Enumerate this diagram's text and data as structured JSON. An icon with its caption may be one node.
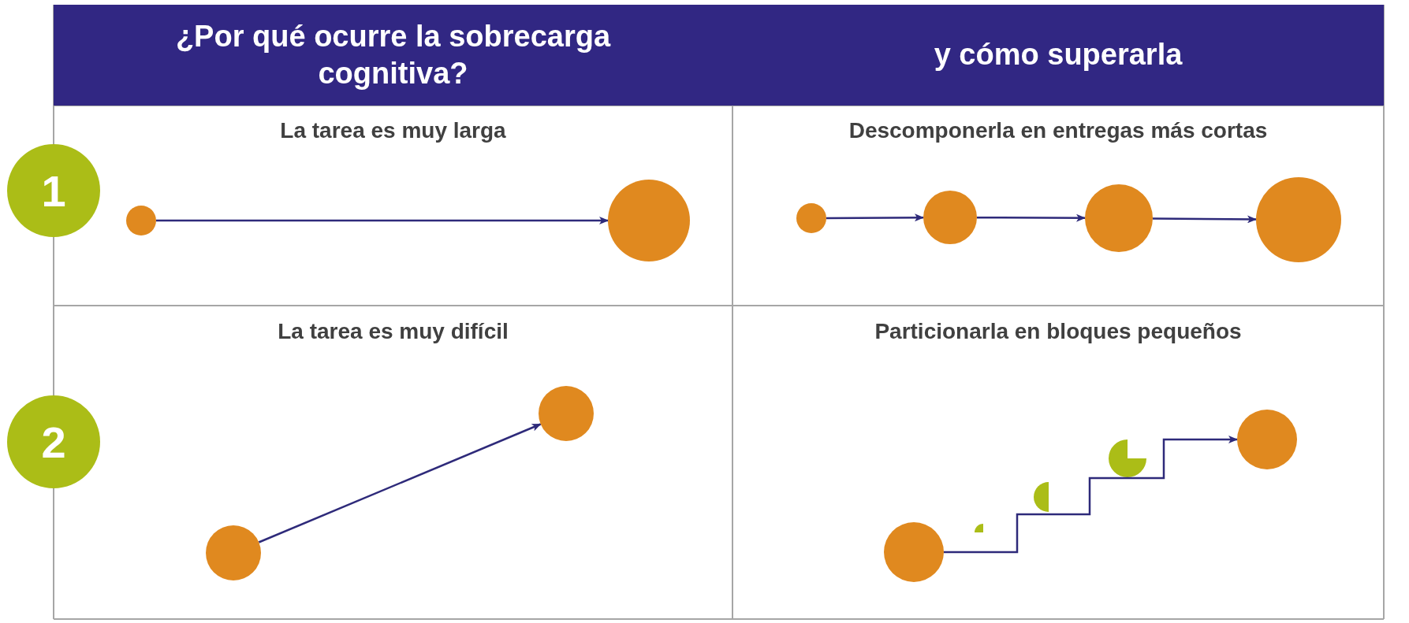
{
  "diagram": {
    "nodes": [
      {
        "text": [
          "1"
        ]
      },
      {
        "text": [
          "2"
        ]
      },
      {
        "text": [],
        "shape": "circle"
      },
      {
        "text": [],
        "shape": "circle"
      },
      {
        "text": [],
        "shape": "circle"
      },
      {
        "text": [],
        "shape": "circle"
      },
      {
        "text": [],
        "shape": "circle"
      },
      {
        "text": [],
        "shape": "circle"
      },
      {
        "text": [],
        "shape": "circle"
      },
      {
        "text": [],
        "shape": "circle"
      },
      {
        "text": [],
        "shape": "circle"
      },
      {
        "text": [],
        "shape": "circle"
      }
    ],
    "edges": [
      {
        "from": 2,
        "to": 3,
        "arrow": "to"
      },
      {
        "from": 4,
        "to": 5,
        "arrow": "to"
      },
      {
        "from": 5,
        "to": 6,
        "arrow": "to"
      },
      {
        "from": 6,
        "to": 7,
        "arrow": "to"
      },
      {
        "from": 8,
        "to": 9,
        "arrow": "to"
      },
      {
        "from": 10,
        "to": 11,
        "arrow": "to"
      }
    ],
    "labels": [
      "¿Por qué ocurre la sobrecarga cognitiva?",
      "y cómo superarla",
      "La tarea es muy larga",
      "Descomponerla en entregas más cortas",
      "La tarea es muy difícil",
      "Particionarla en bloques pequeños"
    ]
  }
}
